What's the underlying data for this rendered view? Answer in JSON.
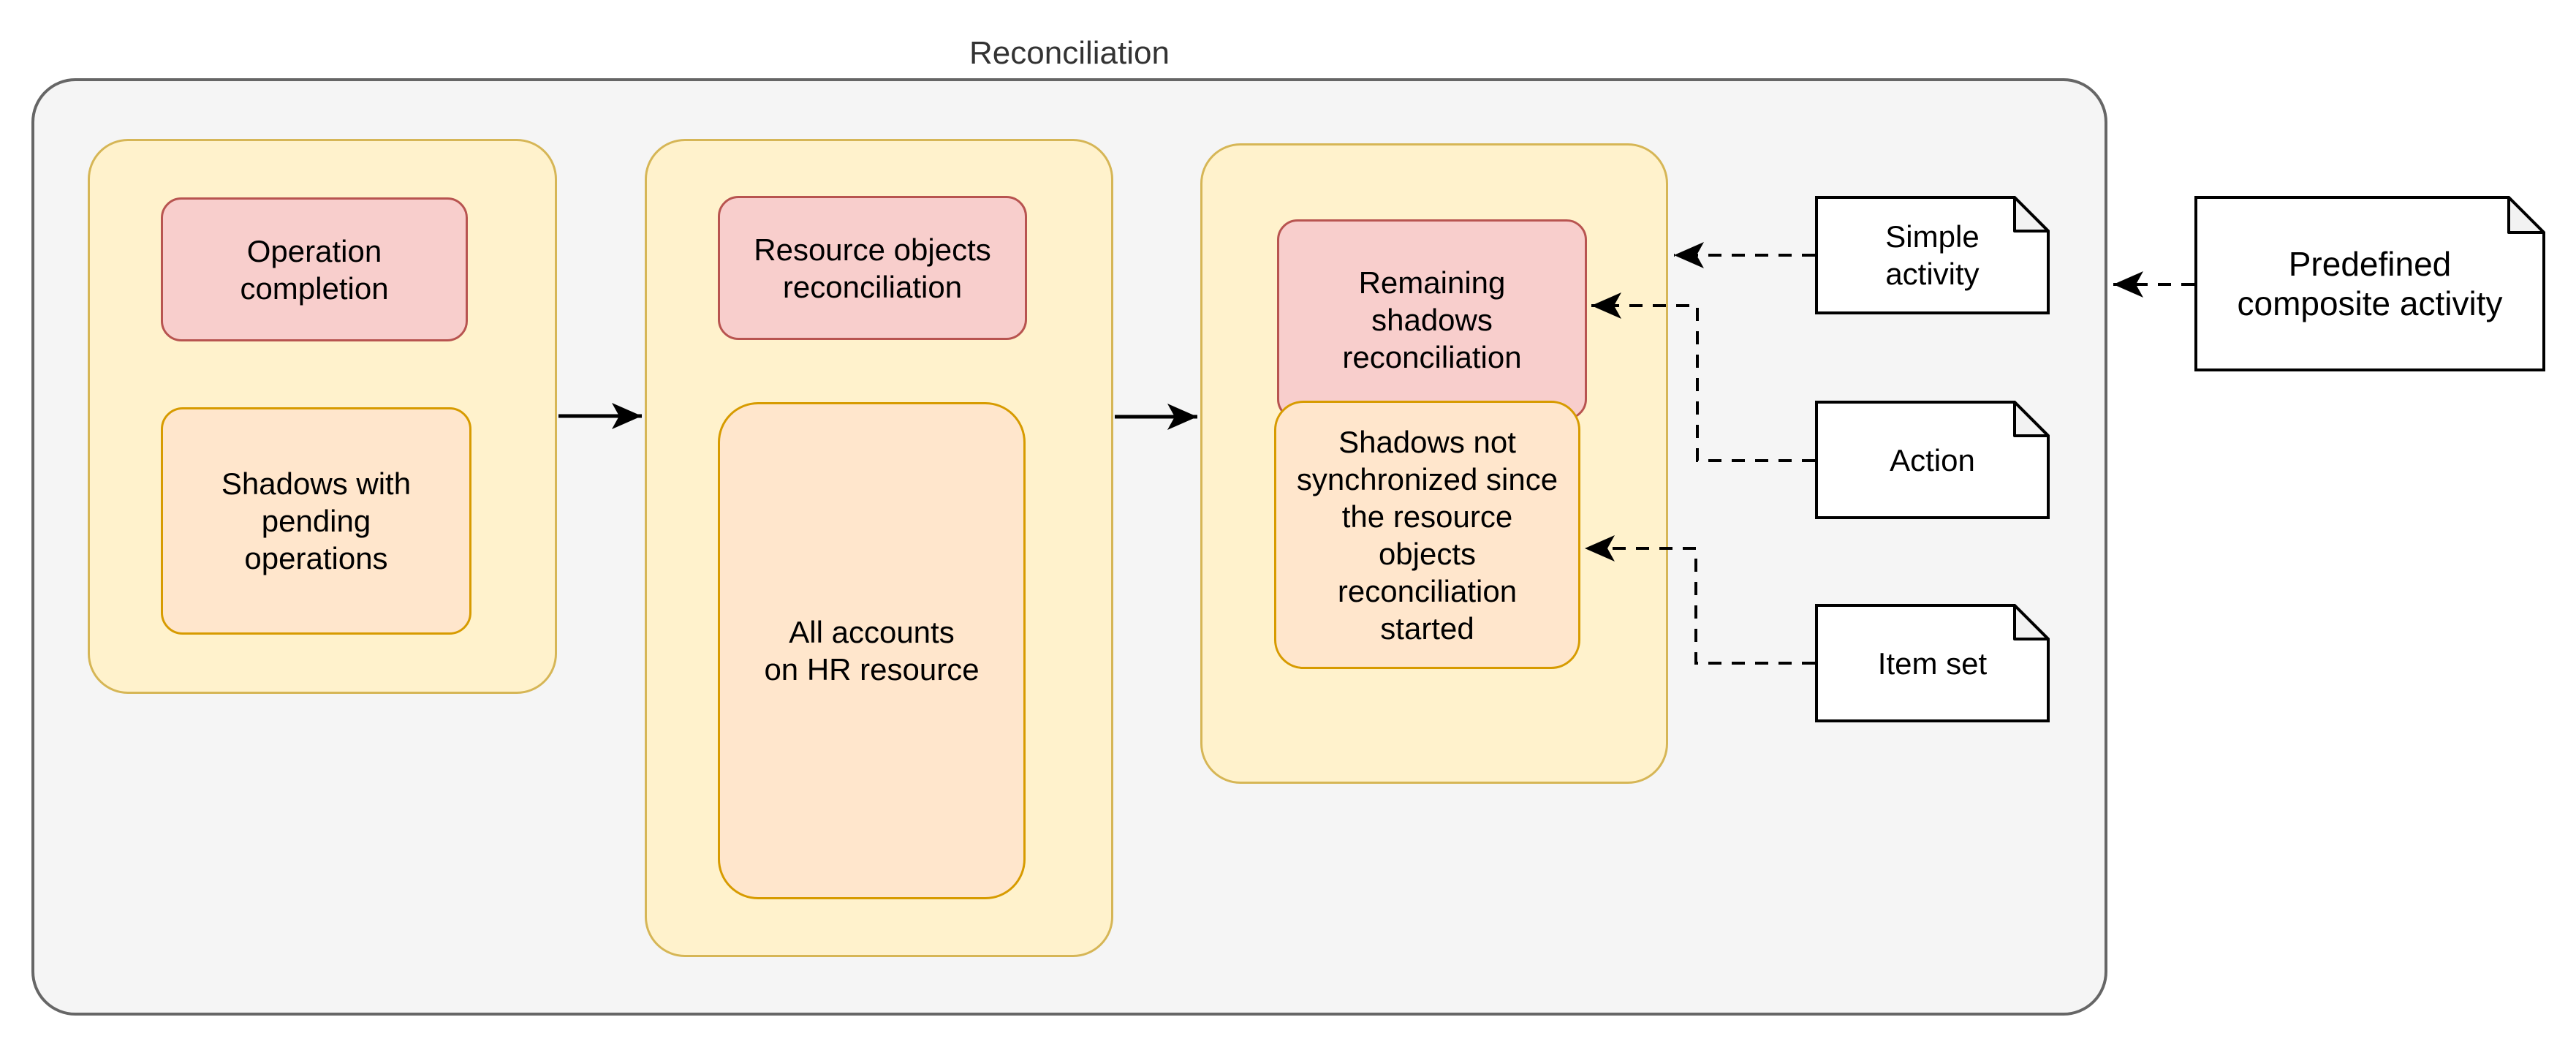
{
  "title": "Reconciliation",
  "stages": [
    {
      "name": "operation-completion-stage",
      "top_label": "Operation\ncompletion",
      "bottom_label": "Shadows with\npending\noperations"
    },
    {
      "name": "resource-objects-reconciliation-stage",
      "top_label": "Resource objects\nreconciliation",
      "bottom_label": "All accounts\non HR resource"
    },
    {
      "name": "remaining-shadows-reconciliation-stage",
      "top_label": "Remaining\nshadows\nreconciliation",
      "bottom_label": "Shadows not\nsynchronized since\nthe resource\nobjects\nreconciliation\nstarted"
    }
  ],
  "notes": {
    "simple_activity": "Simple\nactivity",
    "action": "Action",
    "item_set": "Item set",
    "predefined": "Predefined\ncomposite activity"
  },
  "colors": {
    "page_bg": "#ffffff",
    "container_fill": "#f5f5f5",
    "container_stroke": "#666666",
    "stage_fill": "#fff2cc",
    "stage_stroke": "#d6b656",
    "pink_fill": "#f8cecc",
    "pink_stroke": "#b85450",
    "orange_fill": "#ffe6cc",
    "orange_stroke": "#d79b00",
    "note_fill": "#ffffff",
    "note_stroke": "#000000",
    "note_fold_fill": "#f2f2f2",
    "arrow_color": "#000000",
    "title_color": "#333333",
    "text_color": "#000000"
  }
}
